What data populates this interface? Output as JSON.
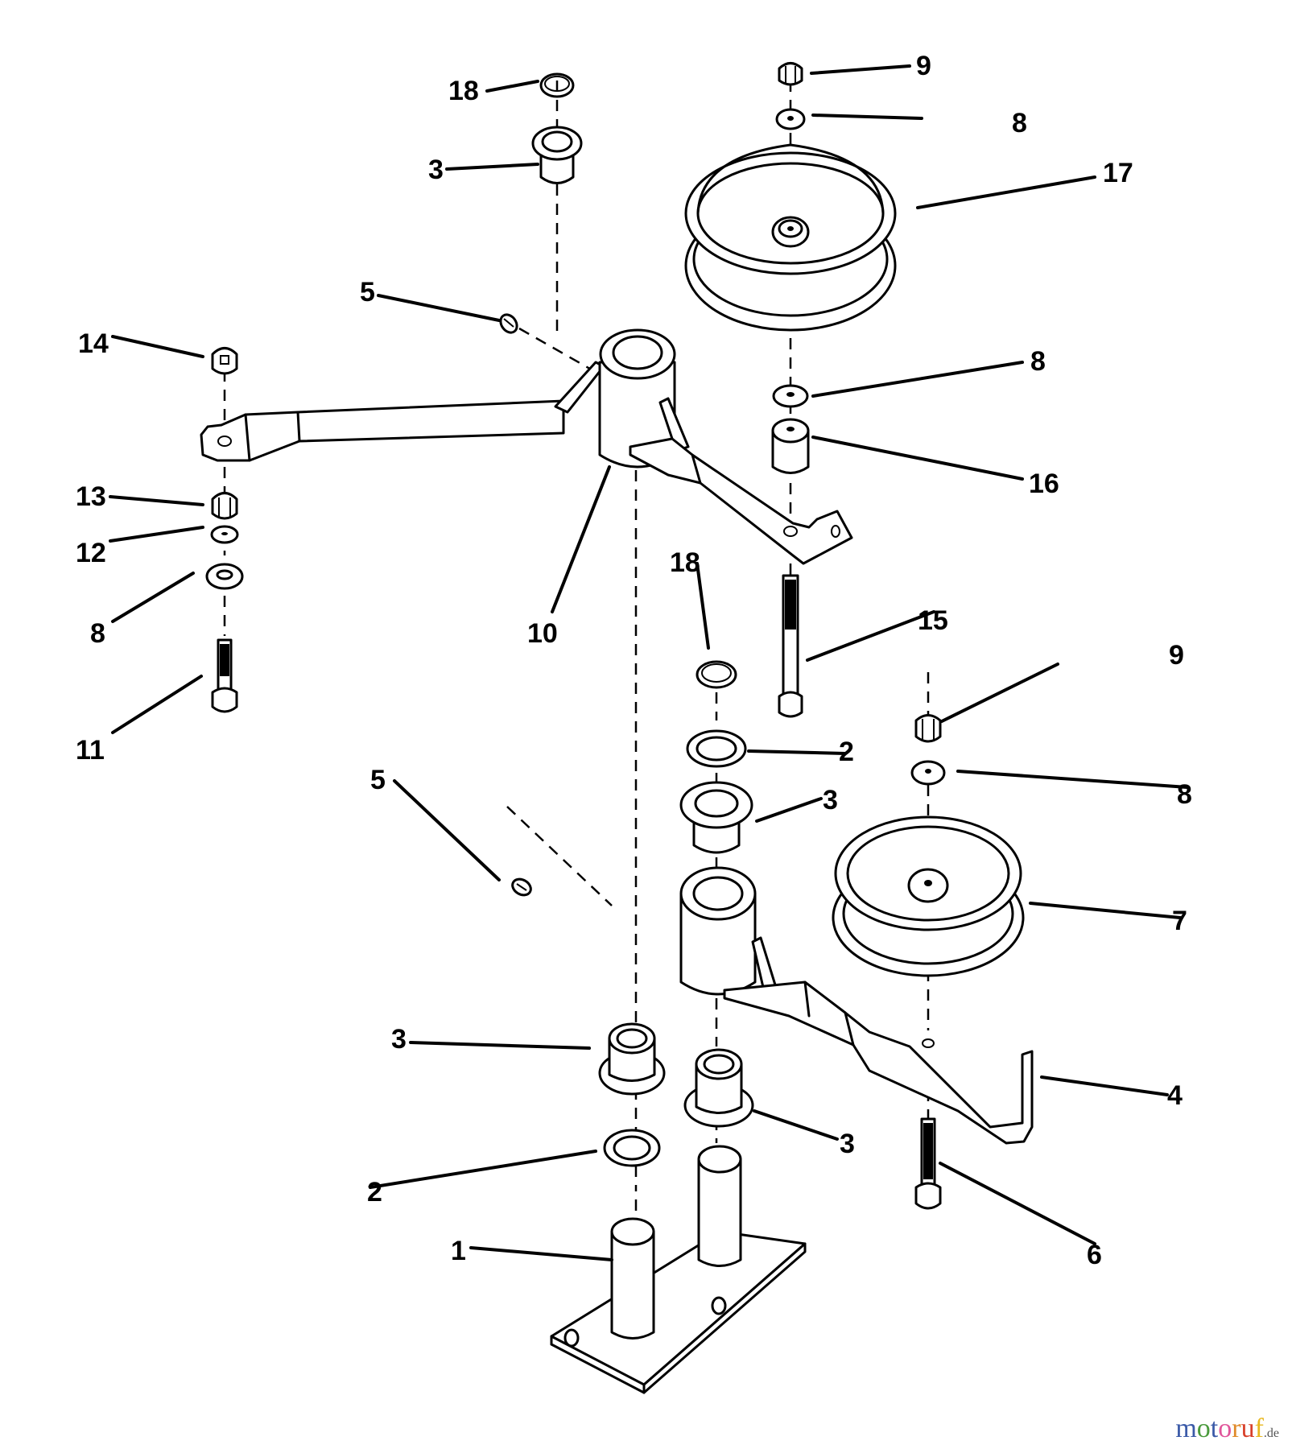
{
  "diagram": {
    "type": "exploded-parts-diagram",
    "subject": "Idler arm and pulley assembly",
    "callouts": [
      {
        "id": "c18a",
        "label": "18"
      },
      {
        "id": "c9a",
        "label": "9"
      },
      {
        "id": "c8a",
        "label": "8"
      },
      {
        "id": "c3a",
        "label": "3"
      },
      {
        "id": "c17",
        "label": "17"
      },
      {
        "id": "c5a",
        "label": "5"
      },
      {
        "id": "c14",
        "label": "14"
      },
      {
        "id": "c8b",
        "label": "8"
      },
      {
        "id": "c16",
        "label": "16"
      },
      {
        "id": "c13",
        "label": "13"
      },
      {
        "id": "c12",
        "label": "12"
      },
      {
        "id": "c8c",
        "label": "8"
      },
      {
        "id": "c10",
        "label": "10"
      },
      {
        "id": "c18b",
        "label": "18"
      },
      {
        "id": "c15",
        "label": "15"
      },
      {
        "id": "c9b",
        "label": "9"
      },
      {
        "id": "c11",
        "label": "11"
      },
      {
        "id": "c2a",
        "label": "2"
      },
      {
        "id": "c5b",
        "label": "5"
      },
      {
        "id": "c3b",
        "label": "3"
      },
      {
        "id": "c8d",
        "label": "8"
      },
      {
        "id": "c7",
        "label": "7"
      },
      {
        "id": "c3c",
        "label": "3"
      },
      {
        "id": "c4",
        "label": "4"
      },
      {
        "id": "c3d",
        "label": "3"
      },
      {
        "id": "c2b",
        "label": "2"
      },
      {
        "id": "c6",
        "label": "6"
      },
      {
        "id": "c1",
        "label": "1"
      }
    ]
  },
  "watermark": {
    "letters": [
      "m",
      "o",
      "t",
      "o",
      "r",
      "u",
      "f"
    ],
    "colors": [
      "#3b5aa8",
      "#4a9a3c",
      "#3b5aa8",
      "#e0559a",
      "#e08a2a",
      "#d8402a",
      "#e8b820"
    ],
    "suffix": ".de"
  }
}
